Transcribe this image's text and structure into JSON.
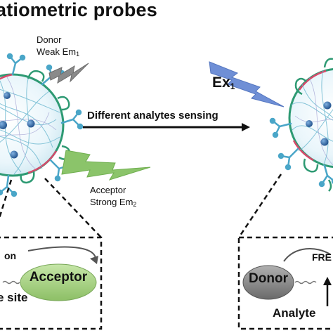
{
  "title": "atiometric probes",
  "labels": {
    "donor_line1": "Donor",
    "donor_line2": "Weak Em",
    "donor_sub": "1",
    "acceptor_line1": "Acceptor",
    "acceptor_line2": "Strong Em",
    "acceptor_sub": "2",
    "ex": "Ex",
    "ex_sub": "1",
    "arrow": "Different analytes sensing"
  },
  "inset_left": {
    "on": "on",
    "acceptor": "Acceptor",
    "site": "e site"
  },
  "inset_right": {
    "fret": "FRE",
    "donor": "Donor",
    "analyte": "Analyte"
  },
  "colors": {
    "donor_bolt": "#8a8a8a",
    "acceptor_bolt": "#8bc46a",
    "ex_bolt": "#6f8fd6",
    "acceptor_ellipse": "#a9d38a",
    "donor_ellipse": "#8e8e8e",
    "particle_outline": "#2e9a73",
    "ligand": "#4aa6c8"
  }
}
